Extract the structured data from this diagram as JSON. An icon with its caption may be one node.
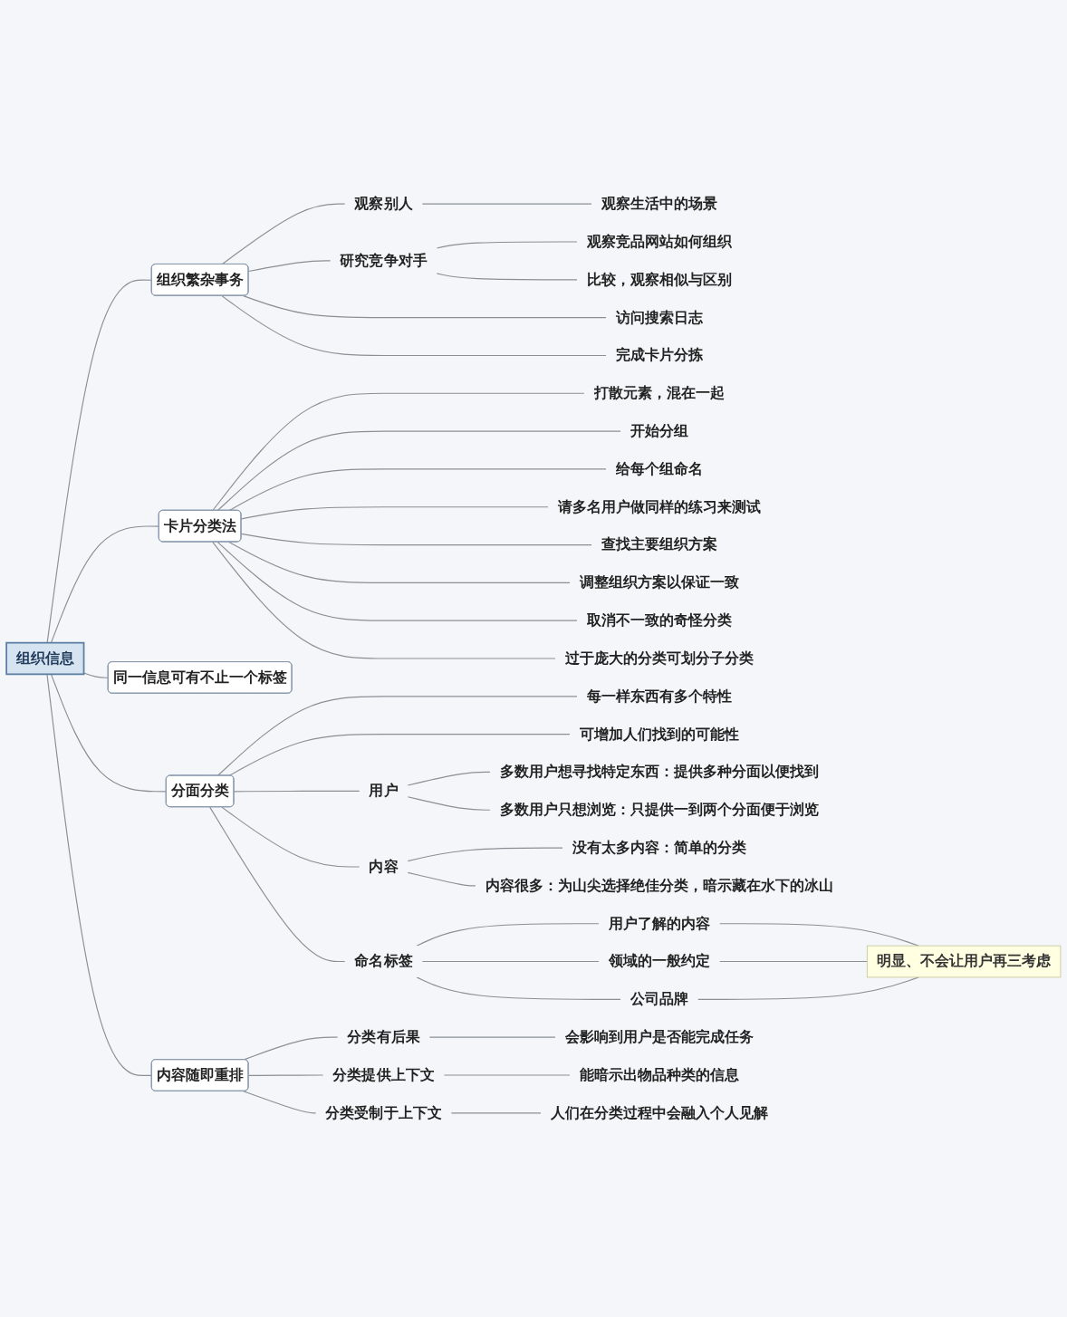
{
  "diagram": {
    "nodes": [
      {
        "text": [
          "组织信息"
        ]
      },
      {
        "text": [
          "组织繁杂事务"
        ]
      },
      {
        "text": [
          "观察别人"
        ]
      },
      {
        "text": [
          "观察生活中的场景"
        ]
      },
      {
        "text": [
          "研究竞争对手"
        ]
      },
      {
        "text": [
          "观察竞品网站如何组织"
        ]
      },
      {
        "text": [
          "比较，观察相似与区别"
        ]
      },
      {
        "text": [
          "访问搜索日志"
        ]
      },
      {
        "text": [
          "完成卡片分拣"
        ]
      },
      {
        "text": [
          "卡片分类法"
        ]
      },
      {
        "text": [
          "打散元素，混在一起"
        ]
      },
      {
        "text": [
          "开始分组"
        ]
      },
      {
        "text": [
          "给每个组命名"
        ]
      },
      {
        "text": [
          "请多名用户做同样的练习来测试"
        ]
      },
      {
        "text": [
          "查找主要组织方案"
        ]
      },
      {
        "text": [
          "调整组织方案以保证一致"
        ]
      },
      {
        "text": [
          "取消不一致的奇怪分类"
        ]
      },
      {
        "text": [
          "过于庞大的分类可划分子分类"
        ]
      },
      {
        "text": [
          "同一信息可有不止一个标签"
        ]
      },
      {
        "text": [
          "分面分类"
        ]
      },
      {
        "text": [
          "每一样东西有多个特性"
        ]
      },
      {
        "text": [
          "可增加人们找到的可能性"
        ]
      },
      {
        "text": [
          "用户"
        ]
      },
      {
        "text": [
          "多数用户想寻找特定东西：提供多种分面以便找到"
        ]
      },
      {
        "text": [
          "多数用户只想浏览：只提供一到两个分面便于浏览"
        ]
      },
      {
        "text": [
          "内容"
        ]
      },
      {
        "text": [
          "没有太多内容：简单的分类"
        ]
      },
      {
        "text": [
          "内容很多：为山尖选择绝佳分类，暗示藏在水下的冰山"
        ]
      },
      {
        "text": [
          "命名标签"
        ]
      },
      {
        "text": [
          "用户了解的内容"
        ]
      },
      {
        "text": [
          "领域的一般约定"
        ]
      },
      {
        "text": [
          "公司品牌"
        ]
      },
      {
        "text": [
          "明显、不会让用户再三考虑"
        ]
      },
      {
        "text": [
          "内容随即重排"
        ]
      },
      {
        "text": [
          "分类有后果"
        ]
      },
      {
        "text": [
          "会影响到用户是否能完成任务"
        ]
      },
      {
        "text": [
          "分类提供上下文"
        ]
      },
      {
        "text": [
          "能暗示出物品种类的信息"
        ]
      },
      {
        "text": [
          "分类受制于上下文"
        ]
      },
      {
        "text": [
          "人们在分类过程中会融入个人见解"
        ]
      }
    ],
    "edges": [
      {
        "from": 0,
        "to": 1,
        "arrow": "none"
      },
      {
        "from": 1,
        "to": 2,
        "arrow": "none"
      },
      {
        "from": 2,
        "to": 3,
        "arrow": "none"
      },
      {
        "from": 1,
        "to": 4,
        "arrow": "none"
      },
      {
        "from": 4,
        "to": 5,
        "arrow": "none"
      },
      {
        "from": 4,
        "to": 6,
        "arrow": "none"
      },
      {
        "from": 1,
        "to": 7,
        "arrow": "none"
      },
      {
        "from": 1,
        "to": 8,
        "arrow": "none"
      },
      {
        "from": 0,
        "to": 9,
        "arrow": "none"
      },
      {
        "from": 9,
        "to": 10,
        "arrow": "none"
      },
      {
        "from": 9,
        "to": 11,
        "arrow": "none"
      },
      {
        "from": 9,
        "to": 12,
        "arrow": "none"
      },
      {
        "from": 9,
        "to": 13,
        "arrow": "none"
      },
      {
        "from": 9,
        "to": 14,
        "arrow": "none"
      },
      {
        "from": 9,
        "to": 15,
        "arrow": "none"
      },
      {
        "from": 9,
        "to": 16,
        "arrow": "none"
      },
      {
        "from": 9,
        "to": 17,
        "arrow": "none"
      },
      {
        "from": 0,
        "to": 18,
        "arrow": "none"
      },
      {
        "from": 0,
        "to": 19,
        "arrow": "none"
      },
      {
        "from": 19,
        "to": 20,
        "arrow": "none"
      },
      {
        "from": 19,
        "to": 21,
        "arrow": "none"
      },
      {
        "from": 19,
        "to": 22,
        "arrow": "none"
      },
      {
        "from": 22,
        "to": 23,
        "arrow": "none"
      },
      {
        "from": 22,
        "to": 24,
        "arrow": "none"
      },
      {
        "from": 19,
        "to": 25,
        "arrow": "none"
      },
      {
        "from": 25,
        "to": 26,
        "arrow": "none"
      },
      {
        "from": 25,
        "to": 27,
        "arrow": "none"
      },
      {
        "from": 19,
        "to": 28,
        "arrow": "none"
      },
      {
        "from": 28,
        "to": 29,
        "arrow": "none"
      },
      {
        "from": 28,
        "to": 30,
        "arrow": "none"
      },
      {
        "from": 28,
        "to": 31,
        "arrow": "none"
      },
      {
        "from": 29,
        "to": 32,
        "arrow": "none"
      },
      {
        "from": 30,
        "to": 32,
        "arrow": "none"
      },
      {
        "from": 31,
        "to": 32,
        "arrow": "none"
      },
      {
        "from": 0,
        "to": 33,
        "arrow": "none"
      },
      {
        "from": 33,
        "to": 34,
        "arrow": "none"
      },
      {
        "from": 34,
        "to": 35,
        "arrow": "none"
      },
      {
        "from": 33,
        "to": 36,
        "arrow": "none"
      },
      {
        "from": 36,
        "to": 37,
        "arrow": "none"
      },
      {
        "from": 33,
        "to": 38,
        "arrow": "none"
      },
      {
        "from": 38,
        "to": 39,
        "arrow": "none"
      }
    ]
  }
}
